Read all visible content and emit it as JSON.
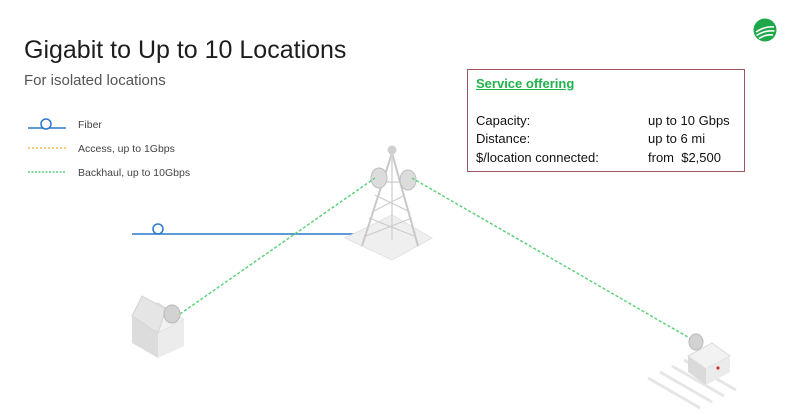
{
  "header": {
    "title": "Gigabit to Up to 10 Locations",
    "subtitle": "For isolated locations"
  },
  "legend": {
    "fiber": "Fiber",
    "access": "Access, up to 1Gbps",
    "backhaul": "Backhaul, up to 10Gbps"
  },
  "colors": {
    "fiber": "#2b79c9",
    "access": "#f2b84b",
    "backhaul": "#5fd17b",
    "heading": "#22b24c",
    "box_border": "#a3555f"
  },
  "service": {
    "heading": "Service offering",
    "rows": [
      {
        "label": "Capacity:",
        "value": "up to 10 Gbps"
      },
      {
        "label": "Distance:",
        "value": "up to 6 mi"
      },
      {
        "label": "$/location connected:",
        "value": "from  $2,500"
      }
    ]
  },
  "icons": [
    "brand-logo-icon",
    "tower-icon",
    "dish-icon",
    "building-icon"
  ]
}
